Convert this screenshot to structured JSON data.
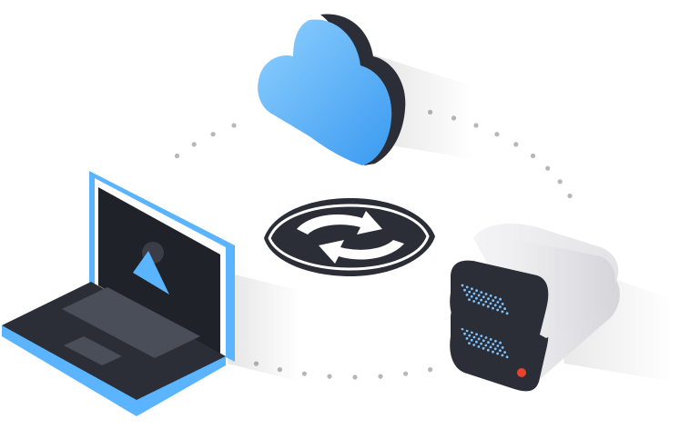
{
  "diagram": {
    "nodes": [
      {
        "id": "cloud",
        "icon": "cloud-icon"
      },
      {
        "id": "laptop",
        "icon": "laptop-icon"
      },
      {
        "id": "server",
        "icon": "server-icon"
      },
      {
        "id": "sync",
        "icon": "sync-icon"
      }
    ],
    "connection": {
      "style": "dotted",
      "shape": "ring"
    },
    "colors": {
      "accent_blue": "#5ab4ff",
      "dark": "#2b2e36",
      "screen": "#1f2228",
      "server_light": "#ececee",
      "server_led": "#e8432e",
      "vent_blue": "#7cc4ff",
      "dots": "#b7b7b7"
    }
  }
}
